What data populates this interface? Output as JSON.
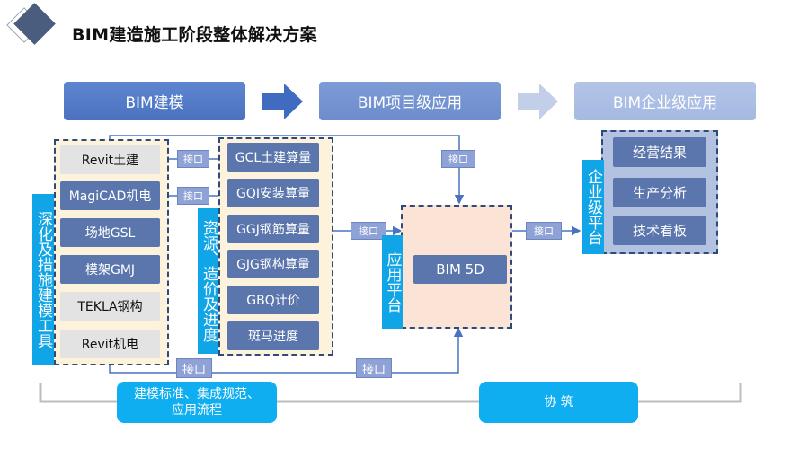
{
  "title": "BIM建造施工阶段整体解决方案",
  "phases": [
    {
      "label": "BIM建模"
    },
    {
      "label": "BIM项目级应用"
    },
    {
      "label": "BIM企业级应用"
    }
  ],
  "modeling_tools": {
    "side_label": "深化及措施建模工具",
    "items": [
      {
        "label": "Revit土建",
        "style": "light"
      },
      {
        "label": "MagiCAD机电",
        "style": "dark"
      },
      {
        "label": "场地GSL",
        "style": "dark"
      },
      {
        "label": "模架GMJ",
        "style": "dark"
      },
      {
        "label": "TEKLA钢构",
        "style": "light"
      },
      {
        "label": "Revit机电",
        "style": "light"
      }
    ]
  },
  "cost_tools": {
    "side_label": "资源、造价及进度",
    "items": [
      {
        "label": "GCL土建算量"
      },
      {
        "label": "GQI安装算量"
      },
      {
        "label": "GGJ钢筋算量"
      },
      {
        "label": "GJG钢构算量"
      },
      {
        "label": "GBQ计价"
      },
      {
        "label": "斑马进度"
      }
    ]
  },
  "app_platform": {
    "side_label": "应用平台",
    "core": "BIM 5D"
  },
  "enterprise_platform": {
    "side_label": "企业级平台",
    "items": [
      {
        "label": "经营结果"
      },
      {
        "label": "生产分析"
      },
      {
        "label": "技术看板"
      }
    ]
  },
  "interface_label": "接口",
  "bottom": {
    "standards": "建模标准、集成规范、应用流程",
    "standards_line1": "建模标准、集成规范、",
    "standards_line2": "应用流程",
    "collab": "协 筑"
  },
  "colors": {
    "phase1": "#4a72c0",
    "phase2": "#6c8ccc",
    "phase3": "#a5b9e2",
    "vertical_label": "#10a5e6",
    "tool_dark": "#5b76ad",
    "tool_light": "#e3e3e3",
    "interface_tag": "#8fa2d6",
    "bottom_pill": "#0eaef0",
    "dash_border": "#2e4a7a"
  }
}
